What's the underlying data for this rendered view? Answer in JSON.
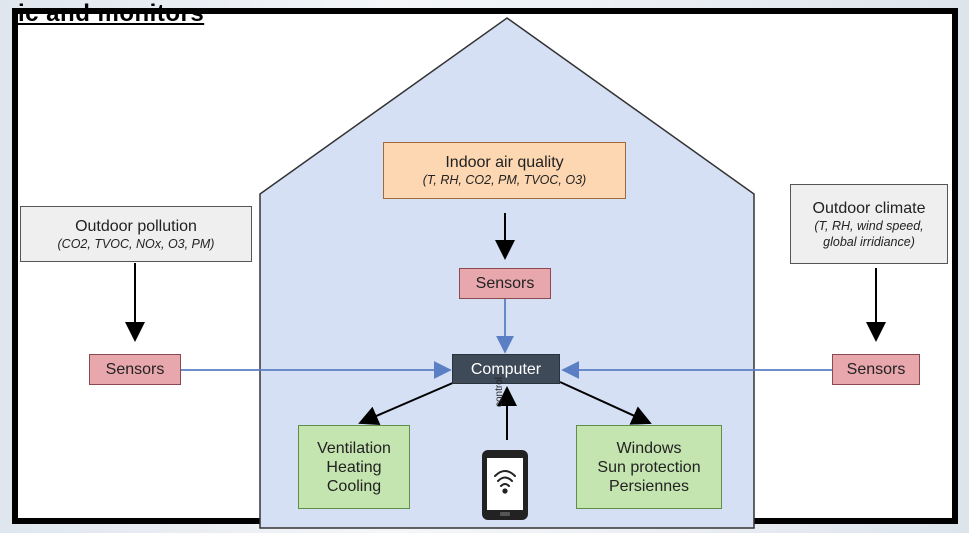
{
  "header": {
    "clipped_title": "ic and monitors"
  },
  "outdoor_pollution": {
    "title": "Outdoor pollution",
    "params": "(CO2, TVOC, NOx, O3, PM)"
  },
  "indoor_air_quality": {
    "title": "Indoor air quality",
    "params": "(T, RH, CO2, PM, TVOC, O3)"
  },
  "outdoor_climate": {
    "title": "Outdoor climate",
    "params_line1": "(T, RH, wind speed,",
    "params_line2": "global irridiance)"
  },
  "sensors_left": "Sensors",
  "sensors_center": "Sensors",
  "sensors_right": "Sensors",
  "computer": "Computer",
  "control_label": "control",
  "hvac": {
    "line1": "Ventilation",
    "line2": "Heating",
    "line3": "Cooling"
  },
  "windows": {
    "line1": "Windows",
    "line2": "Sun protection",
    "line3": "Persiennes"
  },
  "colors": {
    "house_fill": "#d6e0f5",
    "sensor_fill": "#e8a7ad",
    "indoor_fill": "#fcd7b2",
    "actuator_fill": "#c4e4b0",
    "computer_fill": "#3e4a58",
    "arrow_blue": "#5a7fc4"
  },
  "icons": [
    "smartphone-icon",
    "wifi-icon"
  ]
}
